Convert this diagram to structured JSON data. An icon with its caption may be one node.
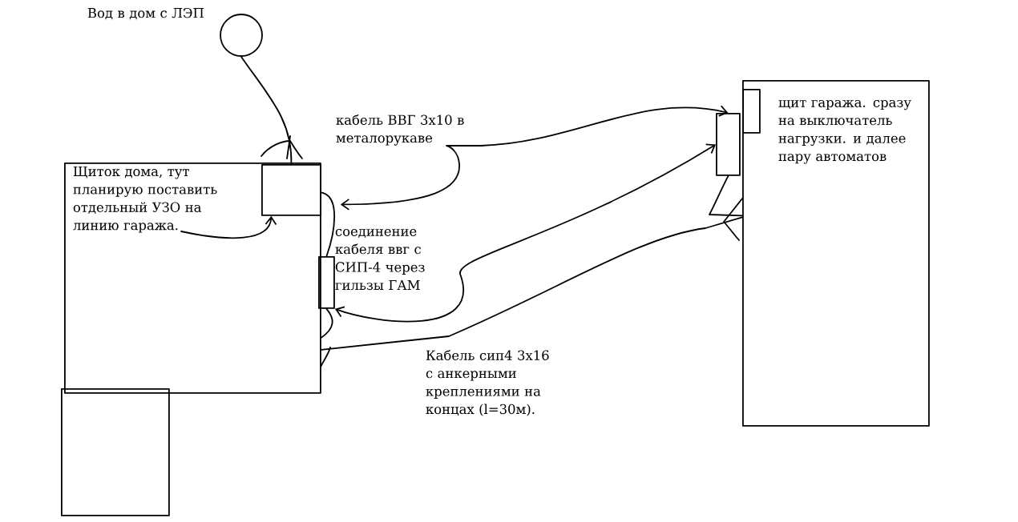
{
  "diagram": {
    "nodes": [
      {
        "text": [],
        "shape": "circle",
        "beside": [
          "Вод в дом с ЛЭП"
        ]
      },
      {
        "text": [
          "Щиток дома, тут планирую поставить отдельный УЗО на линию гаража."
        ]
      },
      {
        "text": [],
        "shape": "box",
        "in": 1
      },
      {
        "text": [],
        "shape": "box",
        "beside": [
          "соединение кабеля ввг с СИП-4 через гильзы ГАМ"
        ]
      },
      {
        "text": [],
        "shape": "box"
      },
      {
        "text": [
          "щит гаража. сразу на выключатель нагрузки. и далее пару автоматов"
        ]
      },
      {
        "text": [],
        "shape": "box",
        "in": 5
      },
      {
        "text": [],
        "shape": "box"
      }
    ],
    "edges": [
      {
        "from": 0,
        "to": 2,
        "arrow": "none"
      },
      {
        "from": 2,
        "to": 7,
        "arrow": "both",
        "label": "кабель ВВГ 3х10 в металорукаве"
      },
      {
        "from": 3,
        "to": 7,
        "arrow": "both"
      },
      {
        "from": 1,
        "to": 5,
        "arrow": "none",
        "label": "Кабель сип4 3х16 с анкерными креплениями на концах (l=30м)."
      },
      {
        "from": null,
        "to": 2,
        "arrow": "to"
      },
      {
        "from": 2,
        "to": 3,
        "arrow": "none"
      },
      {
        "from": 3,
        "to": 1,
        "arrow": "none"
      },
      {
        "from": 7,
        "to": 5,
        "arrow": "none"
      }
    ]
  }
}
